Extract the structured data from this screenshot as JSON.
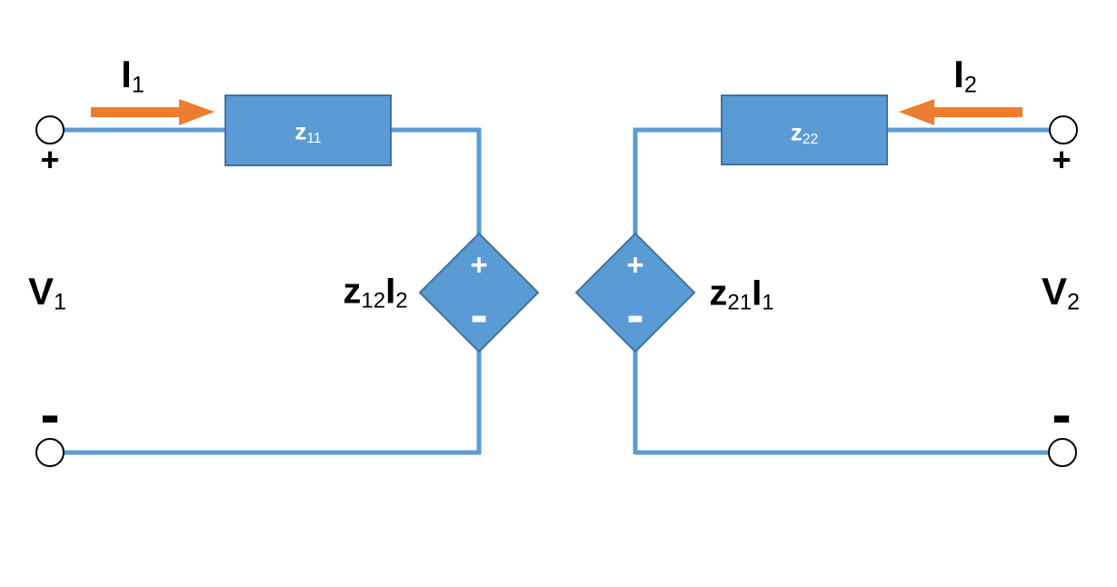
{
  "colors": {
    "shape-fill": "#5B9BD5",
    "shape-border": "#41719C",
    "wire": "#5B9BD5",
    "arrow": "#ED7D31",
    "label-text": "#000000",
    "shape-text": "#FFFFFF",
    "terminal-stroke": "#000000",
    "background": "#FFFFFF"
  },
  "left_port": {
    "current": {
      "base": "I",
      "sub": "1"
    },
    "voltage": {
      "base": "V",
      "sub": "1"
    },
    "impedance": {
      "base": "z",
      "sub": "11"
    },
    "source": {
      "base1": "z",
      "sub1": "12",
      "base2": "I",
      "sub2": "2"
    },
    "source_plus": "+",
    "source_minus": "-",
    "terminal_top_sign": "+",
    "terminal_bottom_sign": "-"
  },
  "right_port": {
    "current": {
      "base": "I",
      "sub": "2"
    },
    "voltage": {
      "base": "V",
      "sub": "2"
    },
    "impedance": {
      "base": "z",
      "sub": "22"
    },
    "source": {
      "base1": "z",
      "sub1": "21",
      "base2": "I",
      "sub2": "1"
    },
    "source_plus": "+",
    "source_minus": "-",
    "terminal_top_sign": "+",
    "terminal_bottom_sign": "-"
  }
}
